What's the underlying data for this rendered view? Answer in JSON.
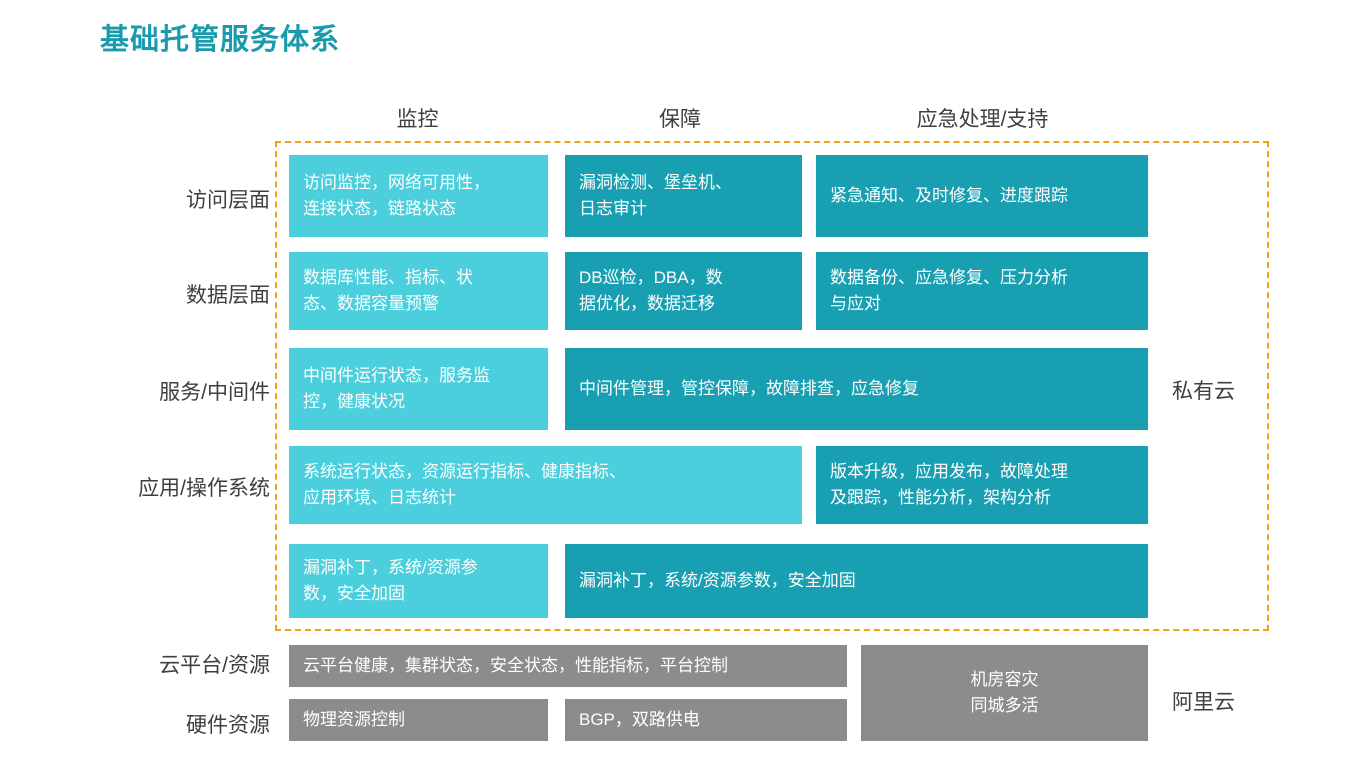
{
  "title": "基础托管服务体系",
  "columns": [
    {
      "label": "监控"
    },
    {
      "label": "保障"
    },
    {
      "label": "应急处理/支持"
    }
  ],
  "rows": [
    {
      "label": "访问层面"
    },
    {
      "label": "数据层面"
    },
    {
      "label": "服务/中间件"
    },
    {
      "label": "应用/操作系统"
    },
    {
      "label": ""
    },
    {
      "label": "云平台/资源"
    },
    {
      "label": "硬件资源"
    }
  ],
  "groups": {
    "private_cloud": "私有云",
    "public_cloud": "阿里云"
  },
  "cells": {
    "r0c0": "访问监控，网络可用性，\n连接状态，链路状态",
    "r0c1": "漏洞检测、堡垒机、\n日志审计",
    "r0c2": "紧急通知、及时修复、进度跟踪",
    "r1c0": "数据库性能、指标、状\n态、数据容量预警",
    "r1c1": "DB巡检，DBA，数\n据优化，数据迁移",
    "r1c2": "数据备份、应急修复、压力分析\n与应对",
    "r2c0": "中间件运行状态，服务监\n控，健康状况",
    "r2c12": "中间件管理，管控保障，故障排查，应急修复",
    "r3c01": "系统运行状态，资源运行指标、健康指标、\n应用环境、日志统计",
    "r3c2": "版本升级，应用发布，故障处理\n及跟踪，性能分析，架构分析",
    "r4c0": "漏洞补丁，系统/资源参\n数，安全加固",
    "r4c12": "漏洞补丁，系统/资源参数，安全加固",
    "r5c01": "云平台健康，集群状态，安全状态，性能指标，平台控制",
    "r6c0": "物理资源控制",
    "r6c1": "BGP，双路供电",
    "r56c2_line1": "机房容灾",
    "r56c2_line2": "同城多活"
  },
  "colors": {
    "title": "#1a9aad",
    "cell_light": "#4bcfdd",
    "cell_dark": "#18a0b2",
    "cell_gray": "#8c8c8c",
    "frame_dashed": "#f6a01a",
    "text_dark": "#3f3f3f",
    "text_on_cell": "#ffffff"
  }
}
